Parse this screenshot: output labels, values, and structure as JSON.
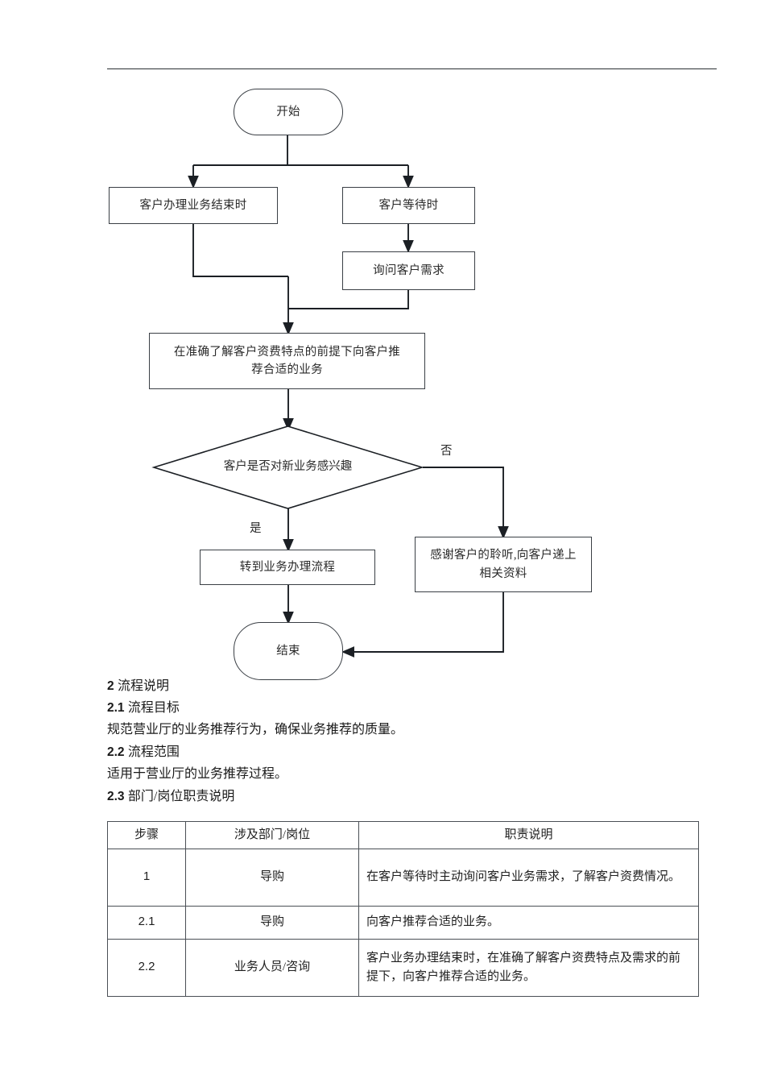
{
  "document": {
    "flowchart": {
      "nodes": [
        {
          "id": "start",
          "label": "开始",
          "shape": "terminator"
        },
        {
          "id": "n1",
          "label": "客户办理业务结束时",
          "shape": "process"
        },
        {
          "id": "n2",
          "label": "客户等待时",
          "shape": "process"
        },
        {
          "id": "n3",
          "label": "询问客户需求",
          "shape": "process"
        },
        {
          "id": "n4",
          "label": "在准确了解客户资费特点的前提下向客户推荐合适的业务",
          "shape": "process"
        },
        {
          "id": "d1",
          "label": "客户是否对新业务感兴趣",
          "shape": "decision"
        },
        {
          "id": "n5",
          "label": "转到业务办理流程",
          "shape": "process"
        },
        {
          "id": "n6",
          "label": "感谢客户的聆听,向客户递上相关资料",
          "shape": "process"
        },
        {
          "id": "end",
          "label": "结束",
          "shape": "terminator"
        }
      ],
      "edge_labels": {
        "yes": "是",
        "no": "否"
      }
    },
    "sections": [
      {
        "num": "2",
        "title": "流程说明"
      },
      {
        "num": "2.1",
        "title": "流程目标"
      },
      {
        "num": "2.2",
        "title": "流程范围"
      },
      {
        "num": "2.3",
        "title": "部门/岗位职责说明"
      }
    ],
    "paragraphs": {
      "goal": "规范营业厅的业务推荐行为，确保业务推荐的质量。",
      "scope": "适用于营业厅的业务推荐过程。"
    },
    "table": {
      "headers": [
        "步骤",
        "涉及部门/岗位",
        "职责说明"
      ],
      "rows": [
        {
          "step": "1",
          "dept": "导购",
          "desc": "在客户等待时主动询问客户业务需求，了解客户资费情况。"
        },
        {
          "step": "2.1",
          "dept": "导购",
          "desc": "向客户推荐合适的业务。"
        },
        {
          "step": "2.2",
          "dept": "业务人员/咨询",
          "desc": "客户业务办理结束时，在准确了解客户资费特点及需求的前提下，向客户推荐合适的业务。"
        }
      ]
    }
  }
}
